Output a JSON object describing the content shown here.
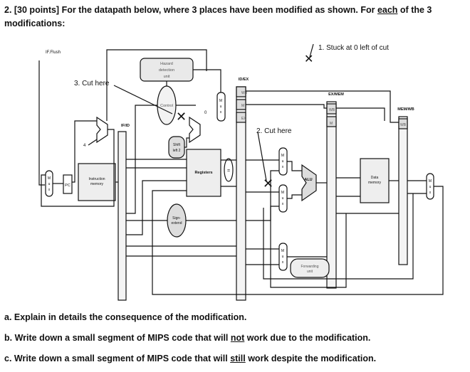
{
  "question": {
    "prefix": "2. [30 points] For the datapath below, where 3 places have been modified as shown.  For ",
    "emph": "each",
    "suffix": " of the 3 modifications:"
  },
  "annotations": {
    "stuck": "1. Stuck at 0 left of cut",
    "cut2": "2. Cut here",
    "cut3": "3. Cut here"
  },
  "diagram": {
    "if_flush": "IF.Flush",
    "hazard": [
      "Hazard",
      "detection",
      "unit"
    ],
    "control": "Control",
    "ifid": "IF/ID",
    "idex": "ID/EX",
    "exmem": "EX/MEM",
    "memwb": "MEM/WB",
    "wb": "WB",
    "m": "M",
    "ex": "EX",
    "shift": [
      "Shift",
      "left 2"
    ],
    "registers": "Registers",
    "pc": "PC",
    "imem": [
      "Instruction",
      "memory"
    ],
    "sign": [
      "Sign-",
      "extend"
    ],
    "alu": "ALU",
    "dmem": [
      "Data",
      "memory"
    ],
    "fwd": [
      "Forwarding",
      "unit"
    ],
    "mux": [
      "M",
      "u",
      "x"
    ],
    "eq": "=",
    "zero": "0",
    "four": "4"
  },
  "parts": {
    "a": "a. Explain in details the consequence of the modification.",
    "b_pre": "b. Write down a small segment of MIPS code that will ",
    "b_emph": "not",
    "b_post": " work due to the modification.",
    "c_pre": "c. Write down a small segment of MIPS code that will ",
    "c_emph": "still",
    "c_post": " work despite the modification."
  }
}
